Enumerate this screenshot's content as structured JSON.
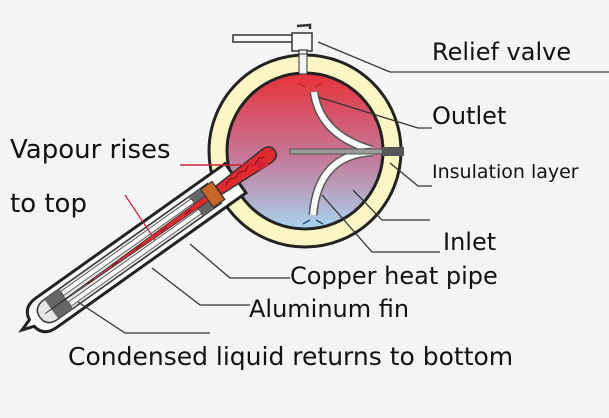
{
  "labels": {
    "relief_valve": "Relief valve",
    "outlet": "Outlet",
    "insulation_layer": "Insulation layer",
    "inlet": "Inlet",
    "copper_heat_pipe": "Copper heat pipe",
    "aluminum_fin": "Aluminum fin",
    "condensed_liquid": "Condensed liquid returns to bottom",
    "vapour_line1": "Vapour rises",
    "vapour_line2": "to top"
  },
  "colors": {
    "hot": "#e8323a",
    "cold": "#a8d4ef",
    "insulation": "#fbf6c4",
    "copper_cap": "#c8662a",
    "arrow": "#d0203a"
  }
}
